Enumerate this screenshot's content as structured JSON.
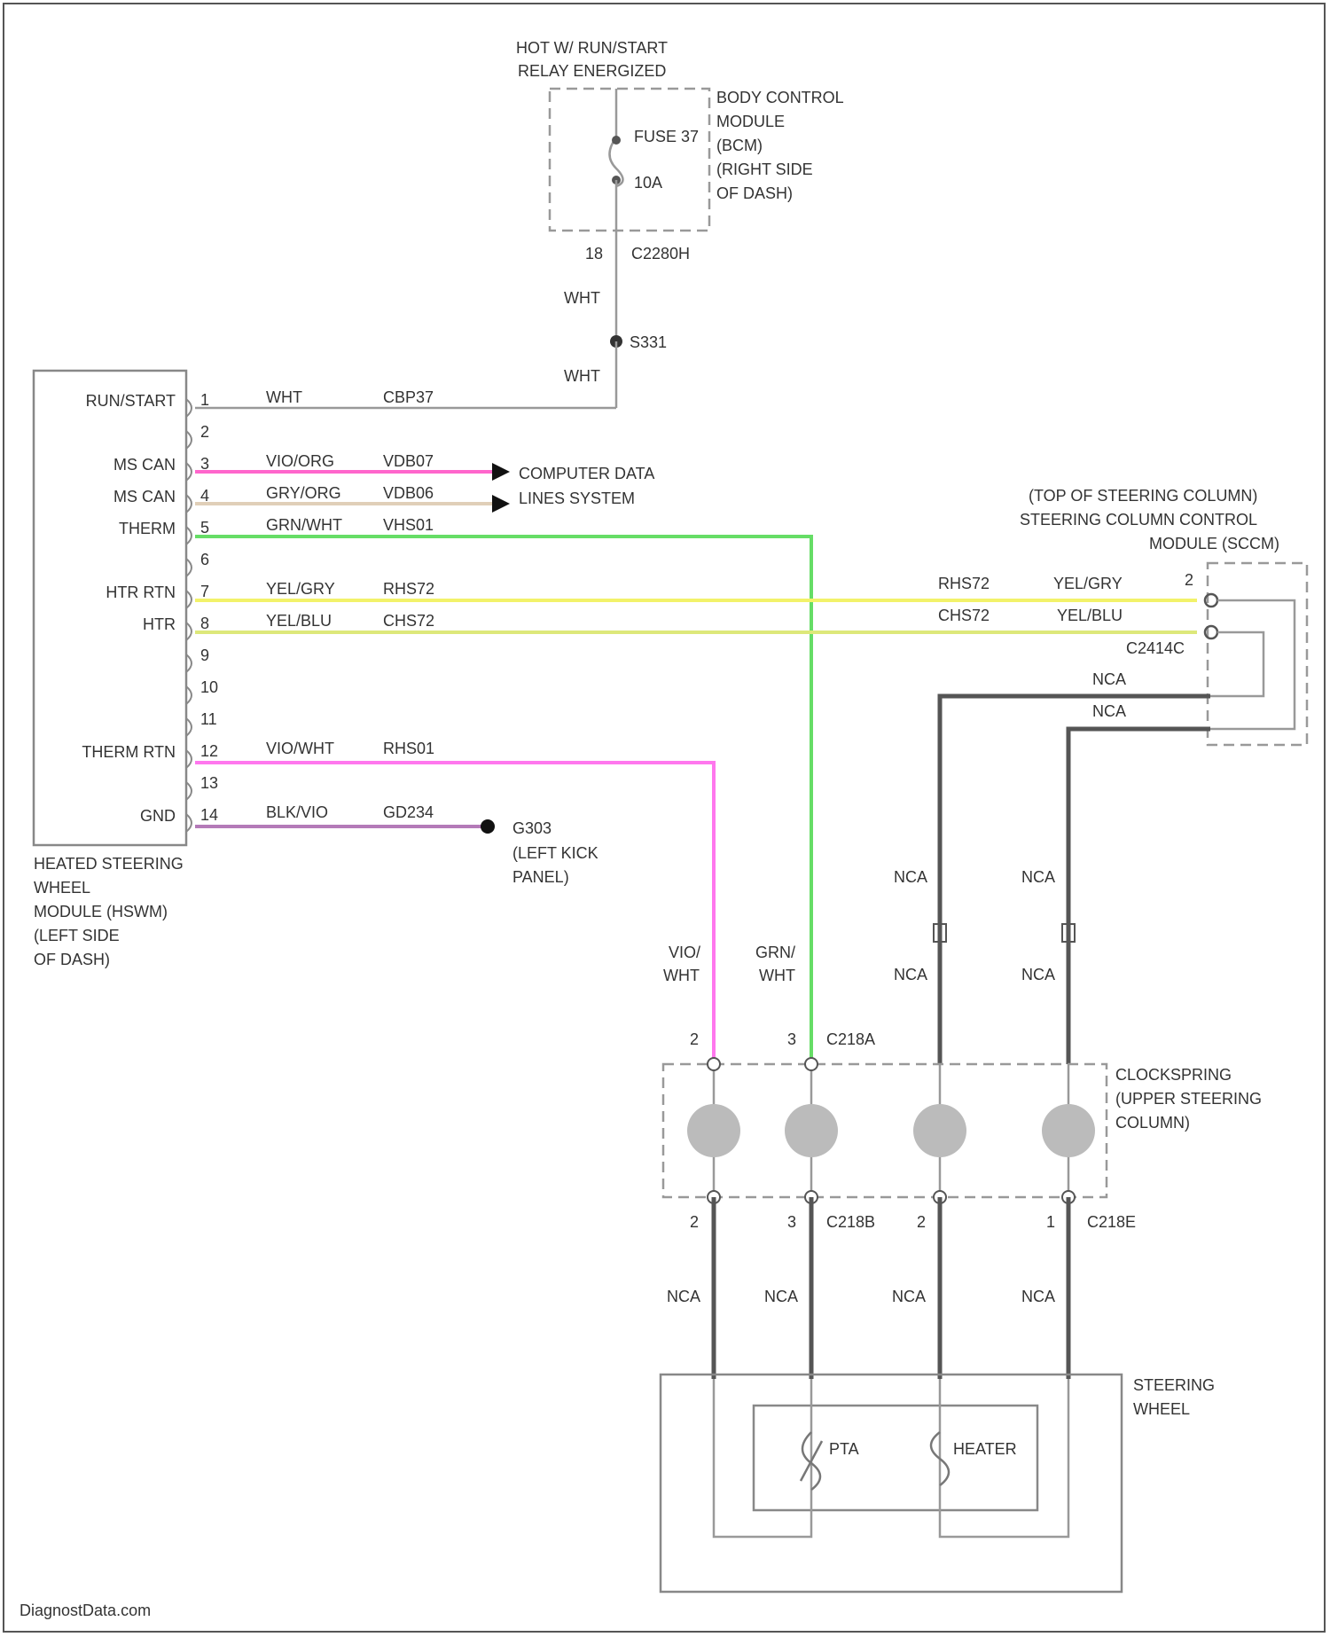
{
  "relay_note": [
    "HOT W/ RUN/START",
    "RELAY ENERGIZED"
  ],
  "bcm": {
    "label": [
      "BODY CONTROL",
      "MODULE",
      "(BCM)",
      "(RIGHT SIDE",
      "OF DASH)"
    ],
    "fuse_name": "FUSE 37",
    "fuse_rating": "10A",
    "pin": "18",
    "connector": "C2280H"
  },
  "splice": {
    "name": "S331",
    "wire_above": "WHT",
    "wire_below": "WHT"
  },
  "hswm": {
    "label": [
      "HEATED STEERING",
      "WHEEL",
      "MODULE (HSWM)",
      "(LEFT SIDE",
      "OF DASH)"
    ],
    "signals": [
      {
        "pin": "1",
        "name": "RUN/START",
        "color": "WHT",
        "circuit": "CBP37",
        "wire_color": "#bbbbbb"
      },
      {
        "pin": "2",
        "name": "",
        "color": "",
        "circuit": "",
        "wire_color": ""
      },
      {
        "pin": "3",
        "name": "MS CAN",
        "color": "VIO/ORG",
        "circuit": "VDB07",
        "wire_color": "#ff66cc"
      },
      {
        "pin": "4",
        "name": "MS CAN",
        "color": "GRY/ORG",
        "circuit": "VDB06",
        "wire_color": "#e0cfb8"
      },
      {
        "pin": "5",
        "name": "THERM",
        "color": "GRN/WHT",
        "circuit": "VHS01",
        "wire_color": "#66dd66"
      },
      {
        "pin": "6",
        "name": "",
        "color": "",
        "circuit": "",
        "wire_color": ""
      },
      {
        "pin": "7",
        "name": "HTR RTN",
        "color": "YEL/GRY",
        "circuit": "RHS72",
        "wire_color": "#f2f26a"
      },
      {
        "pin": "8",
        "name": "HTR",
        "color": "YEL/BLU",
        "circuit": "CHS72",
        "wire_color": "#dde87a"
      },
      {
        "pin": "9",
        "name": "",
        "color": "",
        "circuit": "",
        "wire_color": ""
      },
      {
        "pin": "10",
        "name": "",
        "color": "",
        "circuit": "",
        "wire_color": ""
      },
      {
        "pin": "11",
        "name": "",
        "color": "",
        "circuit": "",
        "wire_color": ""
      },
      {
        "pin": "12",
        "name": "THERM RTN",
        "color": "VIO/WHT",
        "circuit": "RHS01",
        "wire_color": "#ff77ee"
      },
      {
        "pin": "13",
        "name": "",
        "color": "",
        "circuit": "",
        "wire_color": ""
      },
      {
        "pin": "14",
        "name": "GND",
        "color": "BLK/VIO",
        "circuit": "GD234",
        "wire_color": "#b47ab8"
      }
    ]
  },
  "data_lines": [
    "COMPUTER DATA",
    "LINES SYSTEM"
  ],
  "ground": {
    "name": "G303",
    "location": [
      "(LEFT KICK",
      "PANEL)"
    ]
  },
  "sccm": {
    "label": [
      "(TOP OF STEERING COLUMN)",
      "STEERING COLUMN CONTROL",
      "MODULE (SCCM)"
    ],
    "pin_upper": "2",
    "connector": "C2414C",
    "rhs_circuit": "RHS72",
    "rhs_color": "YEL/GRY",
    "chs_circuit": "CHS72",
    "chs_color": "YEL/BLU",
    "nca_labels": [
      "NCA",
      "NCA"
    ]
  },
  "vertical_wires": {
    "therm_rtn": [
      "VIO/",
      "WHT"
    ],
    "therm": [
      "GRN/",
      "WHT"
    ],
    "nca_upper": [
      "NCA",
      "NCA"
    ],
    "nca_lower": [
      "NCA",
      "NCA"
    ]
  },
  "clockspring": {
    "label": [
      "CLOCKSPRING",
      "(UPPER STEERING",
      "COLUMN)"
    ],
    "top_pins": [
      "2",
      "3"
    ],
    "top_connector": "C218A",
    "bottom_pins": [
      "2",
      "3",
      "2",
      "1"
    ],
    "bottom_connector_mid": "C218B",
    "bottom_connector_right": "C218E"
  },
  "lower_wires": [
    "NCA",
    "NCA",
    "NCA",
    "NCA"
  ],
  "steering_wheel": {
    "label": [
      "STEERING",
      "WHEEL"
    ],
    "ptc": "PTA",
    "heater": "HEATER"
  },
  "watermark": "DiagnostData.com",
  "colors": {
    "line": "#bbbbbb",
    "dark_wire": "#555555",
    "text": "#333333"
  },
  "icons": [
    "fuse-icon",
    "splice-dot-icon",
    "arrow-icon",
    "ground-icon",
    "terminal-icon",
    "coil-icon",
    "thermistor-icon",
    "heater-icon"
  ]
}
